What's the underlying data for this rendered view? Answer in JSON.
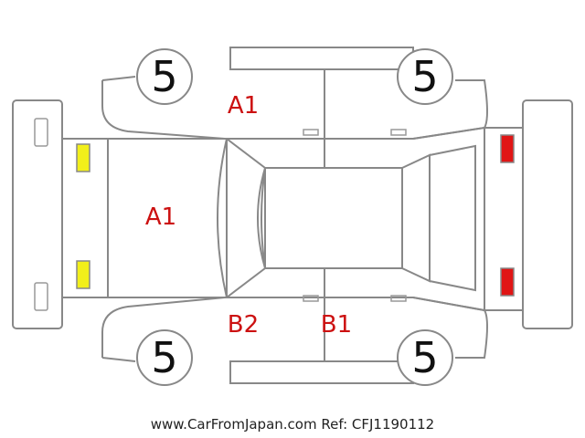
{
  "colors": {
    "outline": "#888888",
    "damage_text": "#cc1111",
    "headlight": "#f2ef1a",
    "taillight": "#e01515"
  },
  "tires": {
    "front_left": "5",
    "front_right": "5",
    "rear_left": "5",
    "rear_right": "5"
  },
  "damage": {
    "roof_left_top": "A1",
    "hood": "A1",
    "front_door_lower": "B2",
    "rear_door_lower": "B1"
  },
  "footer": "www.CarFromJapan.com Ref: CFJ1190112"
}
